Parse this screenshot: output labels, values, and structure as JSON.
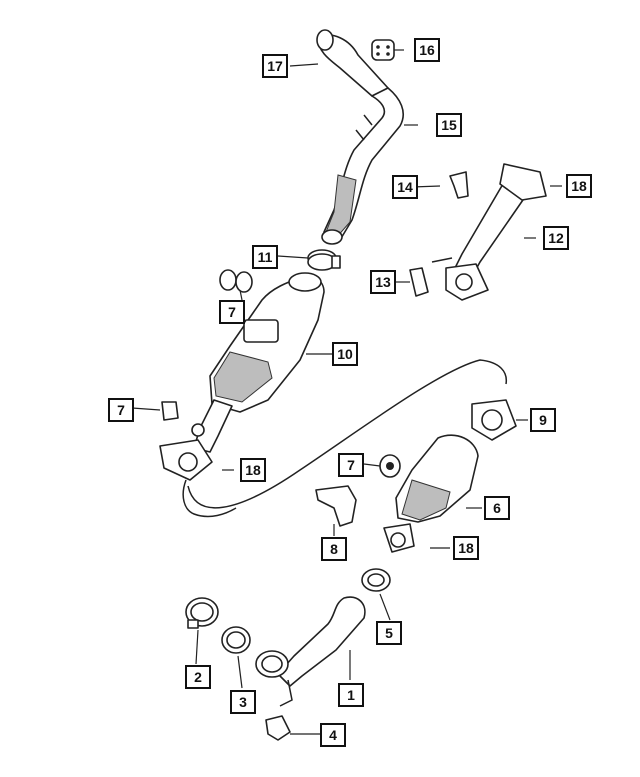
{
  "diagram": {
    "callouts": {
      "c1": "1",
      "c2": "2",
      "c3": "3",
      "c4": "4",
      "c5": "5",
      "c6": "6",
      "c7a": "7",
      "c7b": "7",
      "c7c": "7",
      "c8": "8",
      "c9": "9",
      "c10": "10",
      "c11": "11",
      "c12": "12",
      "c13": "13",
      "c14": "14",
      "c15": "15",
      "c16": "16",
      "c17": "17",
      "c18a": "18",
      "c18b": "18",
      "c18c": "18"
    }
  }
}
